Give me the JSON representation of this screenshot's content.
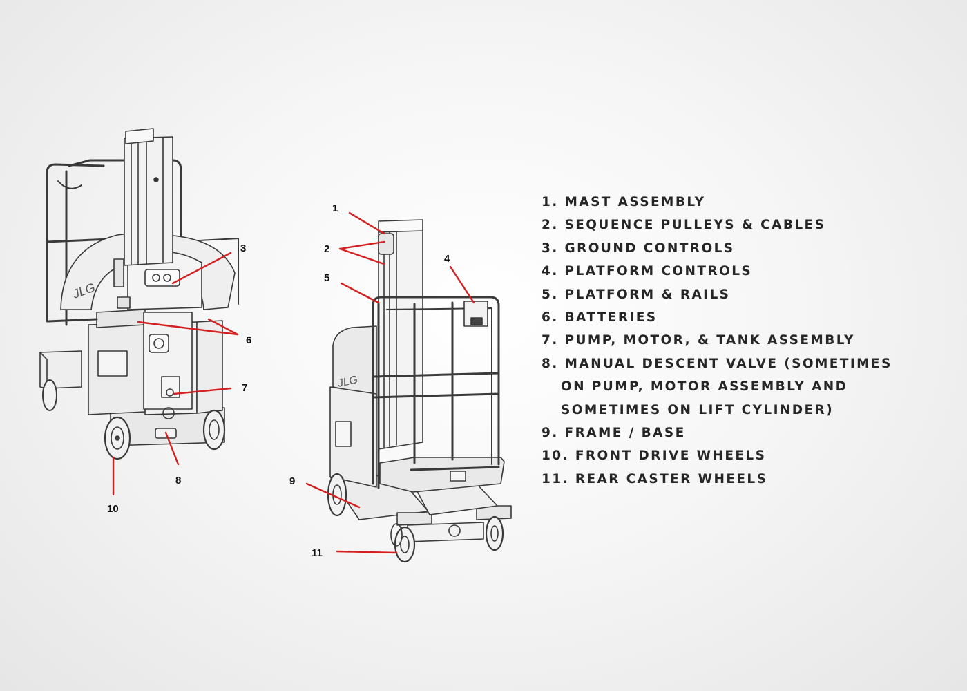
{
  "legend": {
    "items": [
      "1. MAST ASSEMBLY",
      "2. SEQUENCE PULLEYS & CABLES",
      "3. GROUND CONTROLS",
      "4. PLATFORM CONTROLS",
      "5. PLATFORM & RAILS",
      "6. BATTERIES",
      "7. PUMP, MOTOR, & TANK ASSEMBLY",
      "8. MANUAL DESCENT VALVE (SOMETIMES",
      "ON PUMP, MOTOR ASSEMBLY AND",
      "SOMETIMES ON LIFT CYLINDER)",
      "9. FRAME / BASE",
      "10. FRONT DRIVE WHEELS",
      "11. REAR CASTER WHEELS"
    ]
  },
  "callouts": {
    "rear_view": [
      "3",
      "6",
      "7",
      "8",
      "10"
    ],
    "front_view": [
      "1",
      "2",
      "4",
      "5",
      "9",
      "11"
    ]
  },
  "colors": {
    "leader_line": "#d42020",
    "line_art": "#3a3a3a",
    "body_fill": "#ececec",
    "legend_text": "#262626"
  },
  "logo_text": "JLG"
}
